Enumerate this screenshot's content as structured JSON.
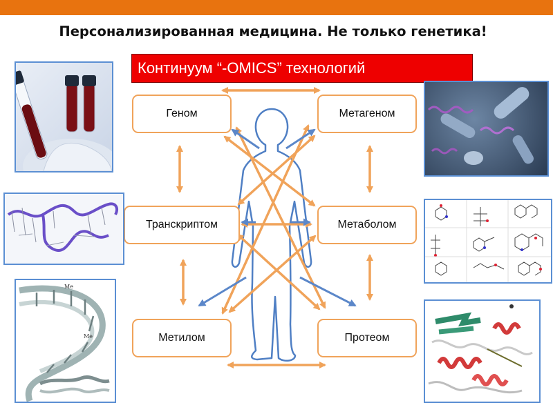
{
  "slide": {
    "title": "Персонализированная медицина. Не только генетика!",
    "banner": "Континуум “-OMICS” технологий"
  },
  "nodes": [
    {
      "id": "genome",
      "label": "Геном"
    },
    {
      "id": "metagenome",
      "label": "Метагеном"
    },
    {
      "id": "transcriptome",
      "label": "Транскриптом"
    },
    {
      "id": "metabolome",
      "label": "Метаболом"
    },
    {
      "id": "methylome",
      "label": "Метилом"
    },
    {
      "id": "proteome",
      "label": "Протеом"
    }
  ],
  "colors": {
    "accent_bar": "#e8730f",
    "banner": "#ee0000",
    "node_border": "#f0a35a",
    "arrow_orange": "#f0a35a",
    "arrow_blue": "#5b87c9",
    "body_outline": "#4f7fc4",
    "photo_border": "#5b8fd3"
  },
  "images": [
    {
      "name": "blood-sample-tubes-image"
    },
    {
      "name": "rna-molecule-image"
    },
    {
      "name": "dna-methylation-helix-image"
    },
    {
      "name": "gut-bacteria-microscopy-image"
    },
    {
      "name": "metabolite-structures-image"
    },
    {
      "name": "protein-ribbon-structure-image"
    }
  ]
}
